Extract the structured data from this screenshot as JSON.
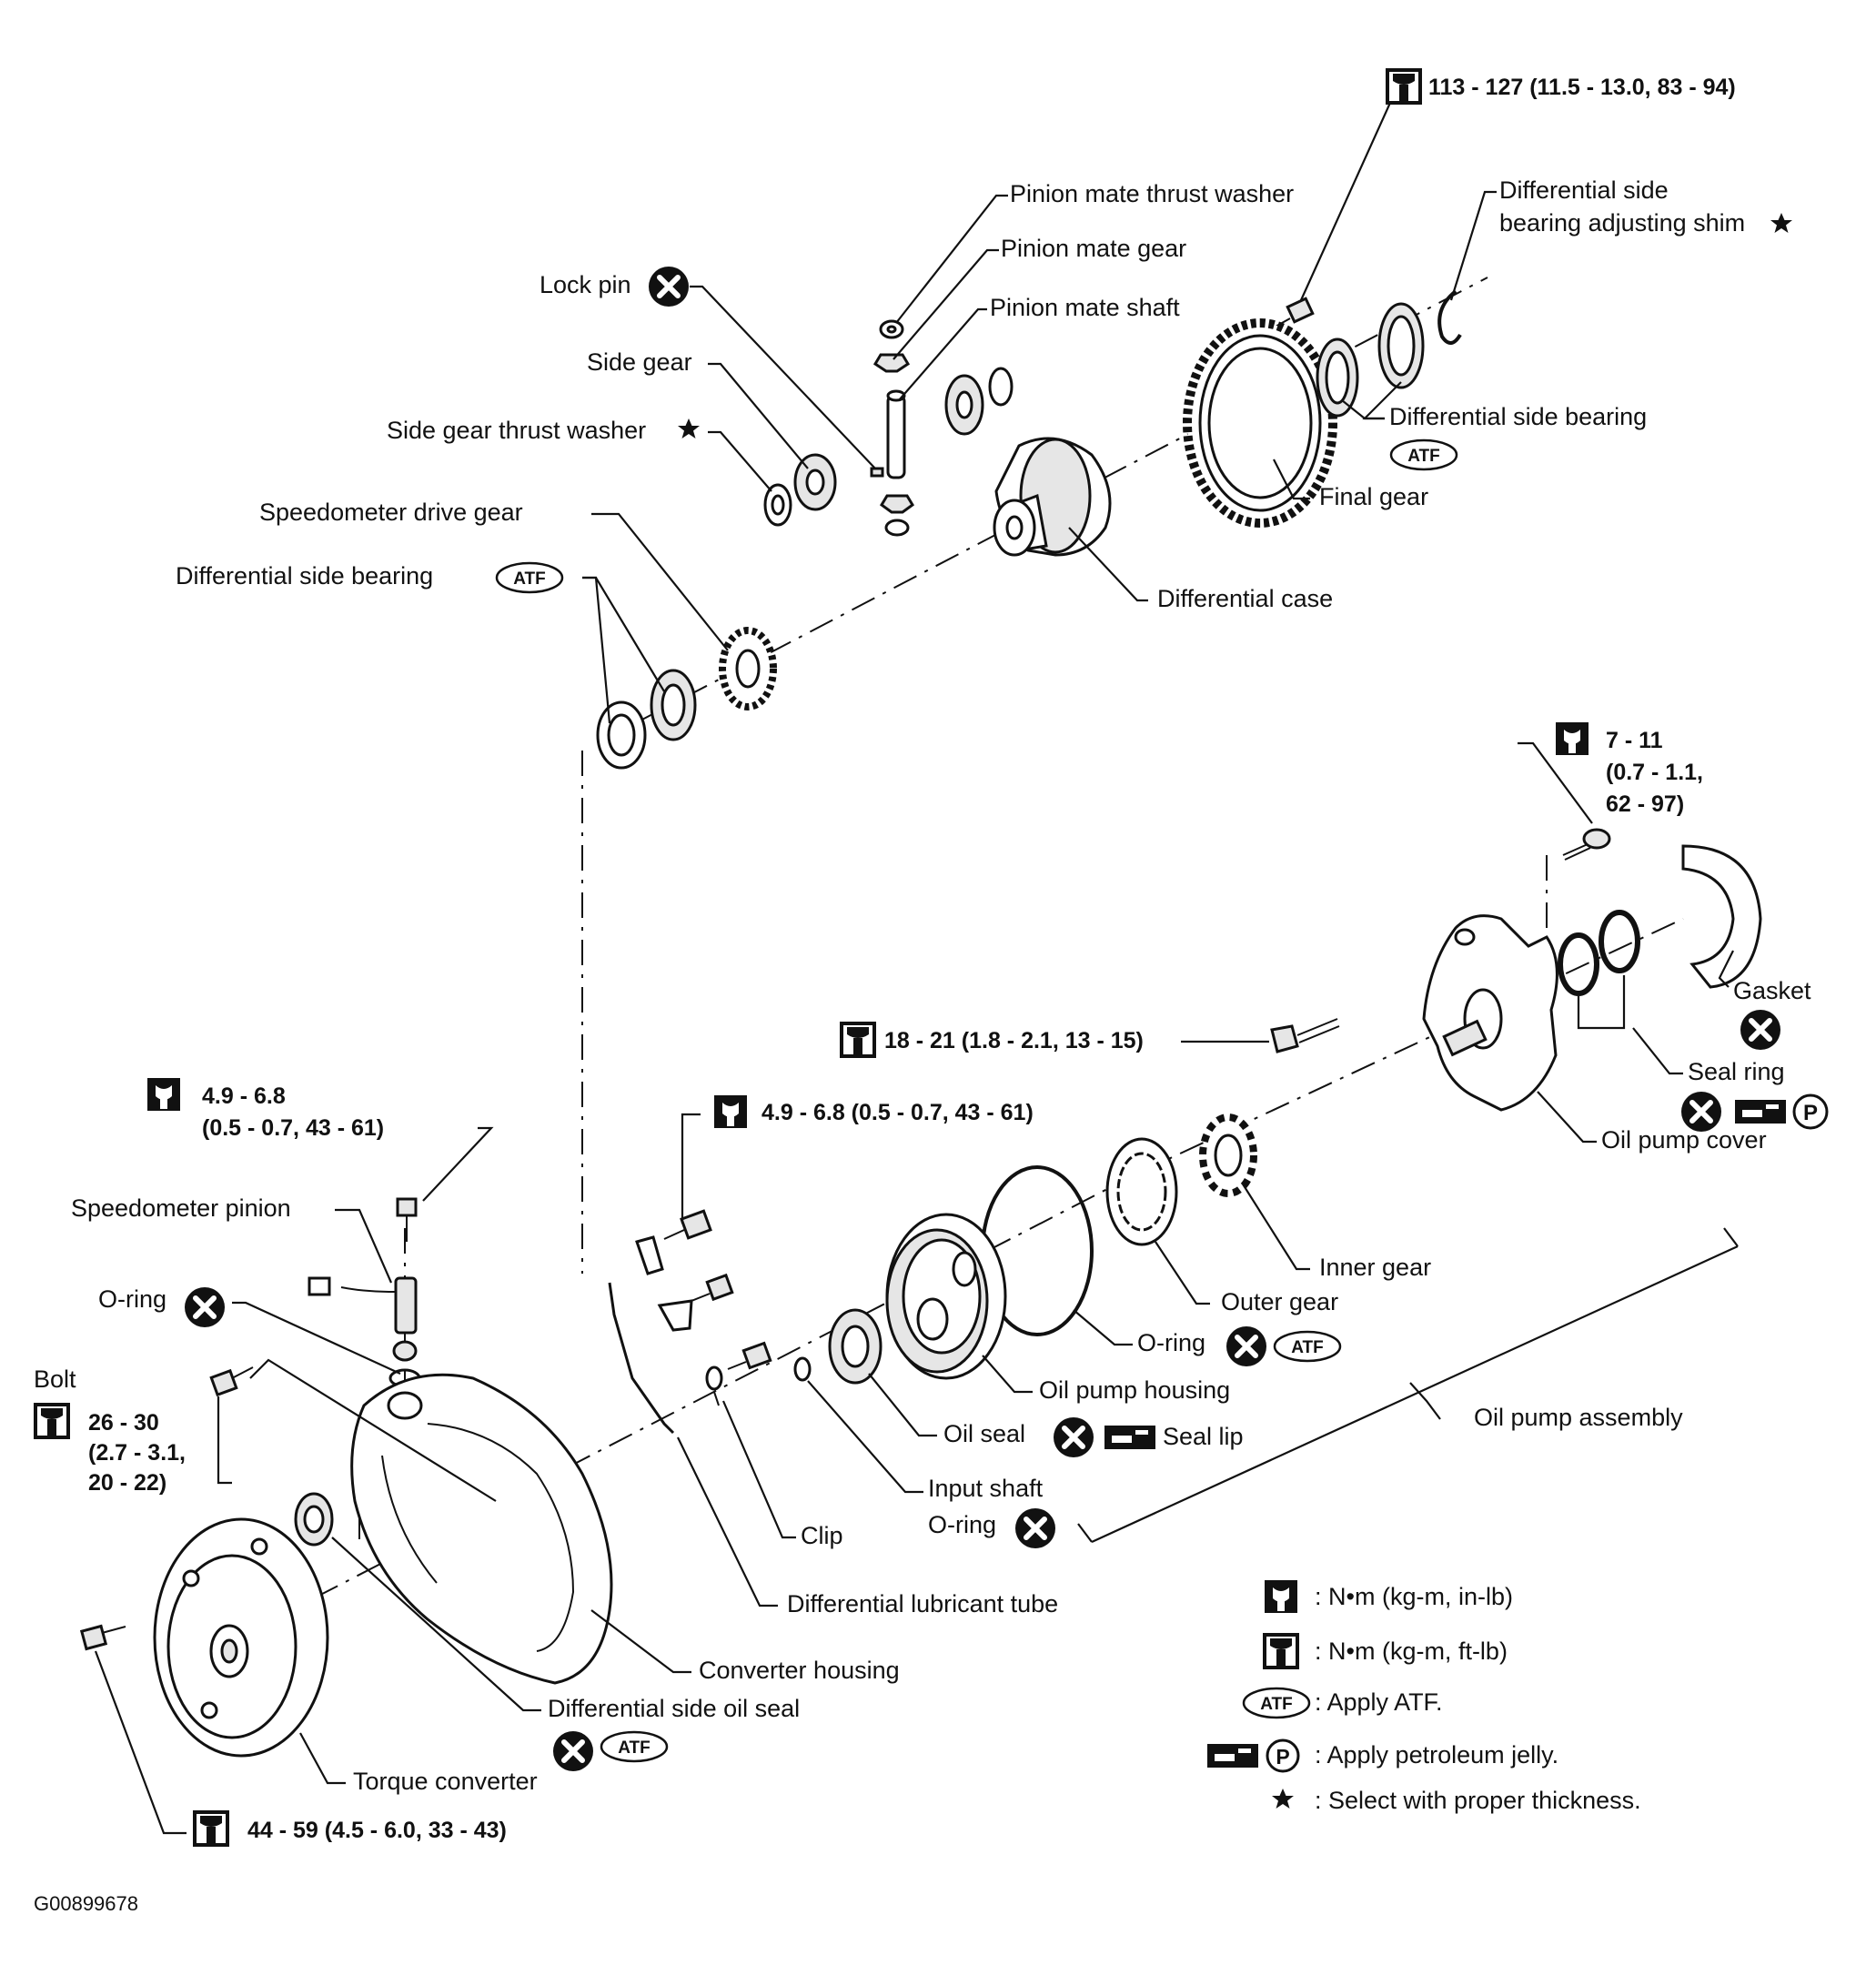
{
  "labels": {
    "torque_top": "113 - 127 (11.5 - 13.0, 83 - 94)",
    "pinion_mate_thrust_washer": "Pinion mate thrust washer",
    "pinion_mate_gear": "Pinion mate gear",
    "pinion_mate_shaft": "Pinion mate shaft",
    "diff_side_bearing_adj_shim_1": "Differential side",
    "diff_side_bearing_adj_shim_2": "bearing adjusting shim",
    "lock_pin": "Lock pin",
    "side_gear": "Side gear",
    "side_gear_thrust_washer": "Side gear thrust washer",
    "diff_side_bearing_upper": "Differential side bearing",
    "final_gear": "Final gear",
    "speedometer_drive_gear": "Speedometer drive gear",
    "diff_side_bearing_left": "Differential side bearing",
    "diff_case": "Differential case",
    "torque_7_11_a": "7 - 11",
    "torque_7_11_b": "(0.7 - 1.1,",
    "torque_7_11_c": "62 - 97)",
    "gasket": "Gasket",
    "torque_18_21": "18 - 21 (1.8 - 2.1, 13 - 15)",
    "seal_ring": "Seal ring",
    "oil_pump_cover": "Oil pump cover",
    "torque_49_68_left_a": "4.9  -  6.8",
    "torque_49_68_left_b": "(0.5  -  0.7,  43  -  61)",
    "torque_49_68_mid": "4.9 - 6.8 (0.5 - 0.7, 43 - 61)",
    "speedometer_pinion": "Speedometer pinion",
    "o_ring_left": "O-ring",
    "inner_gear": "Inner gear",
    "outer_gear": "Outer gear",
    "bolt": "Bolt",
    "torque_26_30_a": "26 - 30",
    "torque_26_30_b": "(2.7 - 3.1,",
    "torque_26_30_c": "20 - 22)",
    "o_ring_pump": "O-ring",
    "oil_pump_housing": "Oil pump housing",
    "oil_seal": "Oil seal",
    "seal_lip": "Seal lip",
    "oil_pump_assembly": "Oil pump assembly",
    "input_shaft": "Input shaft",
    "o_ring_input": "O-ring",
    "clip": "Clip",
    "diff_lubricant_tube": "Differential lubricant tube",
    "converter_housing": "Converter housing",
    "diff_side_oil_seal": "Differential side oil seal",
    "torque_converter": "Torque converter",
    "torque_44_59": "44  -  59  (4.5  -  6.0,  33  -  43)",
    "figure_id": "G00899678"
  },
  "legend": {
    "nm_in_lb": ":  N•m  (kg-m,  in-lb)",
    "nm_ft_lb": ":  N•m  (kg-m,  ft-lb)",
    "apply_atf": ":  Apply  ATF.",
    "apply_petroleum": ":  Apply  petroleum  jelly.",
    "select_thickness": ":  Select  with  proper  thickness.",
    "star_symbol": "★",
    "atf_symbol": "ATF",
    "p_symbol": "P"
  },
  "icons": [
    "wrench-small-icon",
    "wrench-large-icon",
    "atf-icon",
    "petroleum-jelly-icon",
    "replace-x-icon",
    "star-icon"
  ]
}
